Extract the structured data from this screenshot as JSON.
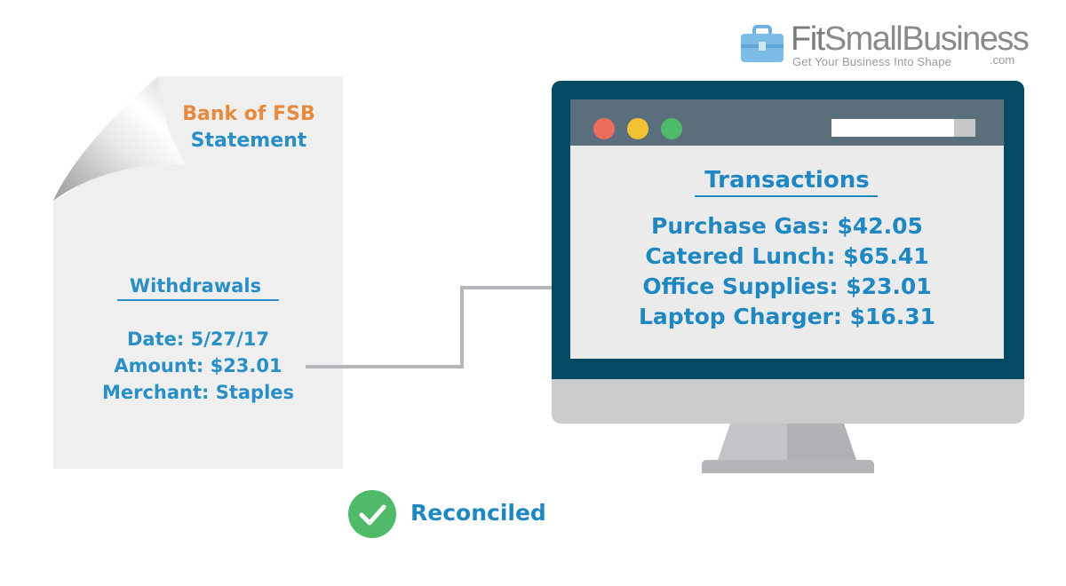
{
  "logo": {
    "name_fit": "Fit",
    "name_rest": "SmallBusiness",
    "tagline": "Get Your Business Into Shape",
    "suffix": ".com"
  },
  "statement": {
    "bank_name": "Bank of FSB",
    "label": "Statement",
    "withdrawals_title": "Withdrawals",
    "date": "Date: 5/27/17",
    "amount": "Amount: $23.01",
    "merchant": "Merchant: Staples"
  },
  "monitor": {
    "title": "Transactions",
    "transactions": [
      "Purchase Gas: $42.05",
      "Catered Lunch: $65.41",
      "Office Supplies: $23.01",
      "Laptop Charger: $16.31"
    ]
  },
  "status": {
    "label": "Reconciled"
  },
  "colors": {
    "orange": "#e88a3e",
    "blue": "#1f88c2",
    "bezel": "#054a63",
    "green": "#4fbb6a",
    "red": "#ed6d5b",
    "yellow": "#f1c231"
  }
}
